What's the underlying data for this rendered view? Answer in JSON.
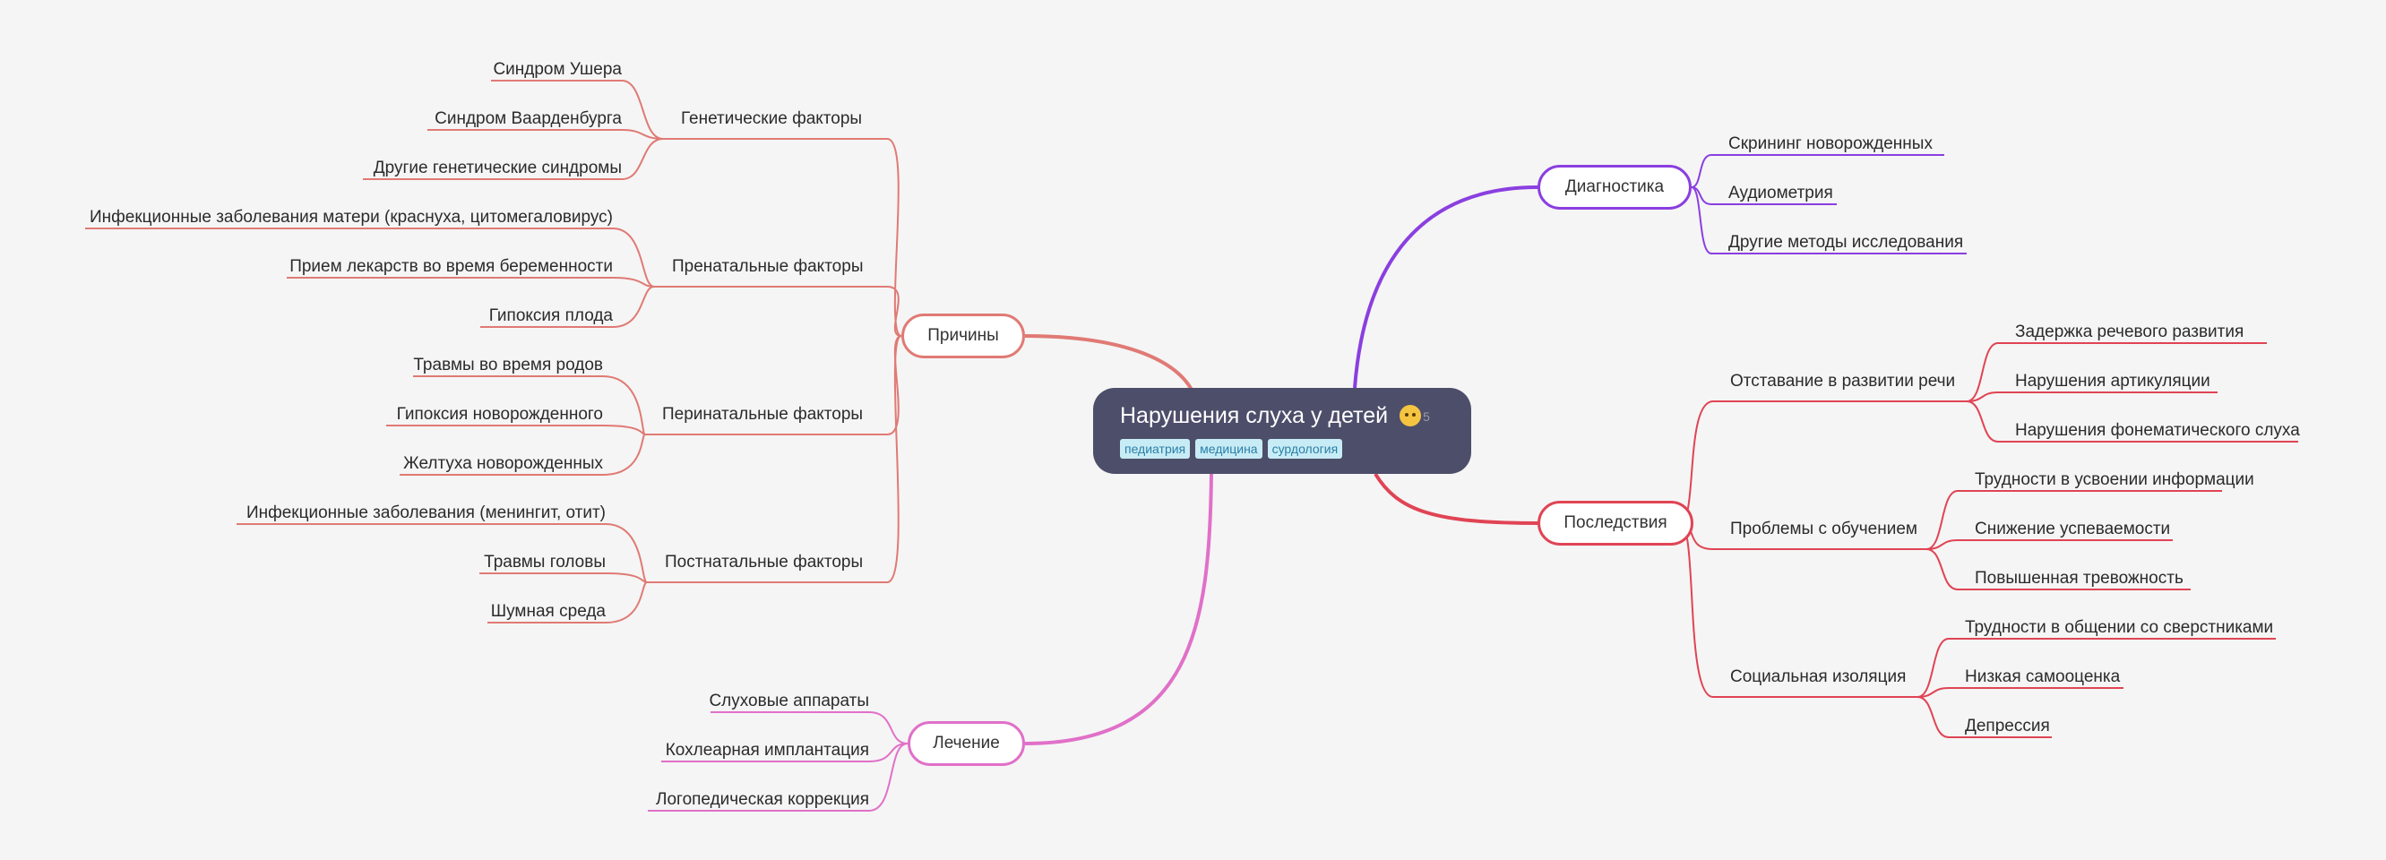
{
  "central": {
    "title": "Нарушения слуха у детей",
    "emoji_icon": "baby-face-icon",
    "tags": [
      "педиатрия",
      "медицина",
      "сурдология"
    ]
  },
  "colors": {
    "background": "#f5f5f5",
    "central_bg": "#4d4e6a",
    "causes": "#e07a74",
    "diagnostics": "#8a3fe0",
    "consequences": "#e04454",
    "treatment": "#e070c8"
  },
  "branches": {
    "causes": {
      "label": "Причины",
      "groups": [
        {
          "label": "Генетические факторы",
          "items": [
            "Синдром Ушера",
            "Синдром Ваарденбурга",
            "Другие генетические синдромы"
          ]
        },
        {
          "label": "Пренатальные факторы",
          "items": [
            "Инфекционные заболевания матери (краснуха, цитомегаловирус)",
            "Прием лекарств во время беременности",
            "Гипоксия плода"
          ]
        },
        {
          "label": "Перинатальные факторы",
          "items": [
            "Травмы во время родов",
            "Гипоксия новорожденного",
            "Желтуха новорожденных"
          ]
        },
        {
          "label": "Постнатальные факторы",
          "items": [
            "Инфекционные заболевания (менингит, отит)",
            "Травмы головы",
            "Шумная среда"
          ]
        }
      ]
    },
    "treatment": {
      "label": "Лечение",
      "items": [
        "Слуховые аппараты",
        "Кохлеарная имплантация",
        "Логопедическая коррекция"
      ]
    },
    "diagnostics": {
      "label": "Диагностика",
      "items": [
        "Скрининг новорожденных",
        "Аудиометрия",
        "Другие методы исследования"
      ]
    },
    "consequences": {
      "label": "Последствия",
      "groups": [
        {
          "label": "Отставание в развитии речи",
          "items": [
            "Задержка речевого развития",
            "Нарушения артикуляции",
            "Нарушения фонематического слуха"
          ]
        },
        {
          "label": "Проблемы с обучением",
          "items": [
            "Трудности в усвоении информации",
            "Снижение успеваемости",
            "Повышенная тревожность"
          ]
        },
        {
          "label": "Социальная изоляция",
          "items": [
            "Трудности в общении со сверстниками",
            "Низкая самооценка",
            "Депрессия"
          ]
        }
      ]
    }
  }
}
